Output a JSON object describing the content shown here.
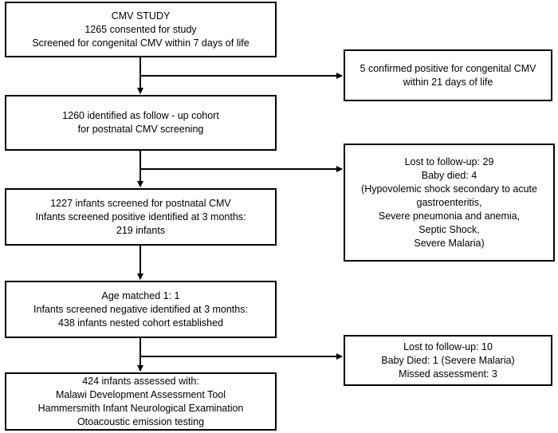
{
  "main_boxes": [
    {
      "lines": [
        "CMV STUDY",
        "1265 consented for study",
        "Screened for congenital CMV within 7 days of life"
      ]
    },
    {
      "lines": [
        "1260 identified as follow - up cohort",
        "for postnatal CMV screening"
      ]
    },
    {
      "lines": [
        "1227 infants screened for postnatal CMV",
        "Infants screened positive identified at 3 months:",
        "219 infants"
      ]
    },
    {
      "lines": [
        "Age matched 1: 1",
        "Infants screened negative identified at 3 months:",
        "438 infants nested cohort established"
      ]
    },
    {
      "lines": [
        "424 infants assessed with:",
        "Malawi Development Assessment Tool",
        "Hammersmith Infant Neurological Examination",
        "Otoacoustic emission testing"
      ]
    }
  ],
  "side_boxes": [
    {
      "lines": [
        "5 confirmed positive for congenital CMV",
        "within 21 days of life"
      ]
    },
    {
      "lines": [
        "Lost to follow-up: 29",
        "Baby died: 4",
        "(Hypovolemic shock secondary to acute",
        "gastroenteritis,",
        "Severe pneumonia and anemia,",
        "Septic Shock,",
        "Severe Malaria)"
      ]
    },
    {
      "lines": [
        "Lost to follow-up: 10",
        "Baby Died: 1 (Severe Malaria)",
        "Missed assessment: 3"
      ]
    }
  ]
}
